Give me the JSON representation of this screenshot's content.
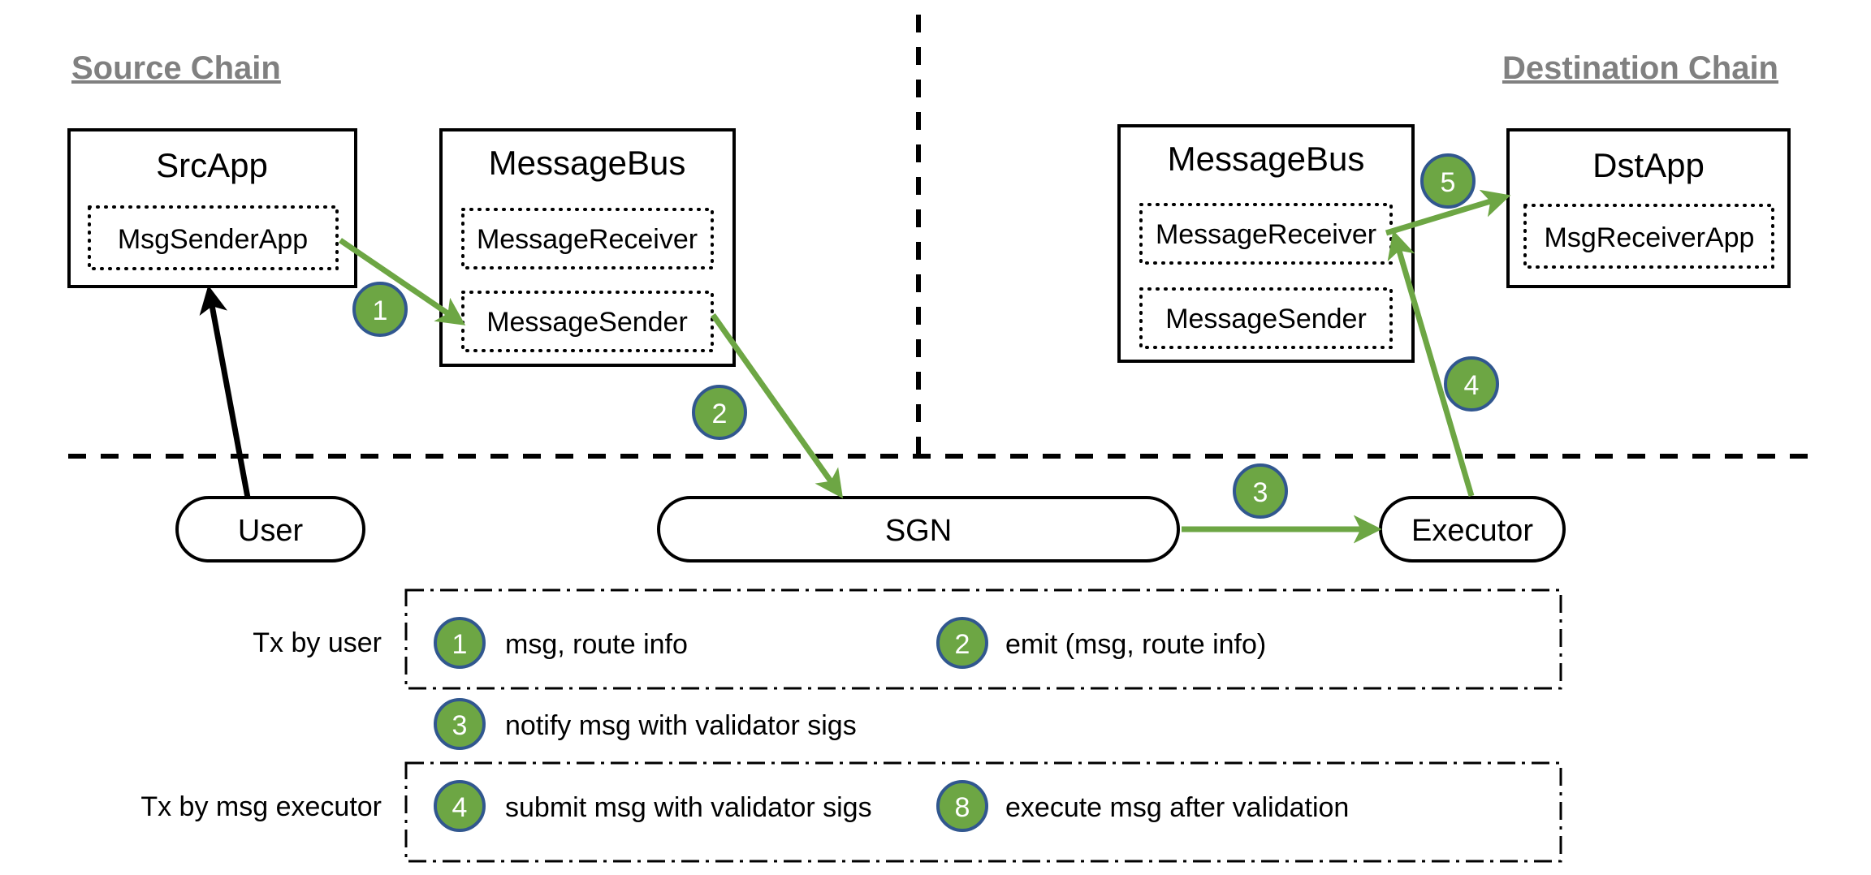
{
  "headers": {
    "source_chain": "Source Chain",
    "destination_chain": "Destination Chain"
  },
  "source_chain": {
    "src_app": {
      "title": "SrcApp",
      "inner": "MsgSenderApp"
    },
    "message_bus": {
      "title": "MessageBus",
      "receiver": "MessageReceiver",
      "sender": "MessageSender"
    }
  },
  "destination_chain": {
    "message_bus": {
      "title": "MessageBus",
      "receiver": "MessageReceiver",
      "sender": "MessageSender"
    },
    "dst_app": {
      "title": "DstApp",
      "inner": "MsgReceiverApp"
    }
  },
  "offchain": {
    "user": "User",
    "sgn": "SGN",
    "executor": "Executor"
  },
  "flow_badges": {
    "step1": "1",
    "step2": "2",
    "step3": "3",
    "step4": "4",
    "step5": "5"
  },
  "legend": {
    "row1_label": "Tx by user",
    "row2_label": "Tx by msg executor",
    "items": [
      {
        "num": "1",
        "text": "msg, route info"
      },
      {
        "num": "2",
        "text": "emit (msg, route info)"
      },
      {
        "num": "3",
        "text": "notify msg with validator sigs"
      },
      {
        "num": "4",
        "text": "submit msg with validator sigs"
      },
      {
        "num": "8",
        "text": "execute msg after validation"
      }
    ]
  },
  "colors": {
    "badge_fill": "#6DA644",
    "badge_stroke": "#31578F",
    "arrow_green": "#6DA644",
    "header_gray": "#808080",
    "line_black": "#000000"
  }
}
